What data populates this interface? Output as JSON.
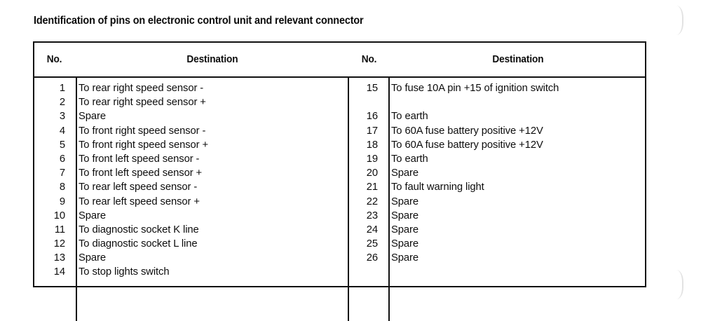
{
  "page": {
    "title": "Identification of pins on electronic control unit and relevant connector",
    "background_color": "#ffffff",
    "ink_color": "#000000"
  },
  "table": {
    "headers": {
      "no_left": "No.",
      "destination_left": "Destination",
      "no_right": "No.",
      "destination_right": "Destination"
    },
    "left_column": [
      {
        "no": "1",
        "destination": "To rear right speed sensor -"
      },
      {
        "no": "2",
        "destination": "To rear right speed sensor +"
      },
      {
        "no": "3",
        "destination": "Spare"
      },
      {
        "no": "4",
        "destination": "To front right speed sensor -"
      },
      {
        "no": "5",
        "destination": "To front right speed sensor +"
      },
      {
        "no": "6",
        "destination": "To front left speed sensor -"
      },
      {
        "no": "7",
        "destination": "To front left speed sensor +"
      },
      {
        "no": "8",
        "destination": "To rear left speed sensor -"
      },
      {
        "no": "9",
        "destination": "To rear left speed sensor +"
      },
      {
        "no": "10",
        "destination": "Spare"
      },
      {
        "no": "11",
        "destination": "To diagnostic socket K line"
      },
      {
        "no": "12",
        "destination": "To diagnostic socket L line"
      },
      {
        "no": "13",
        "destination": "Spare"
      },
      {
        "no": "14",
        "destination": "To stop lights switch"
      }
    ],
    "right_column": [
      {
        "no": "15",
        "destination": "To fuse 10A pin +15 of ignition switch"
      },
      {
        "no": "",
        "destination": ""
      },
      {
        "no": "16",
        "destination": "To earth"
      },
      {
        "no": "17",
        "destination": "To 60A fuse battery positive +12V"
      },
      {
        "no": "18",
        "destination": "To 60A fuse battery positive +12V"
      },
      {
        "no": "19",
        "destination": "To earth"
      },
      {
        "no": "20",
        "destination": "Spare"
      },
      {
        "no": "21",
        "destination": "To fault warning light"
      },
      {
        "no": "22",
        "destination": "Spare"
      },
      {
        "no": "23",
        "destination": "Spare"
      },
      {
        "no": "24",
        "destination": "Spare"
      },
      {
        "no": "25",
        "destination": "Spare"
      },
      {
        "no": "26",
        "destination": "Spare"
      }
    ]
  }
}
